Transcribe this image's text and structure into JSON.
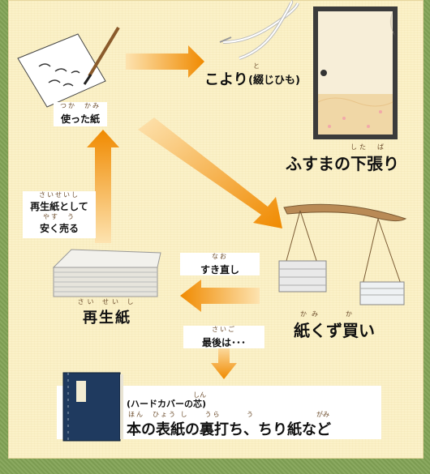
{
  "used_paper": {
    "ruby": "つか　かみ",
    "label": "使った紙"
  },
  "koyori": {
    "ruby": "と",
    "label": "こより",
    "paren": "(綴じひも)"
  },
  "fusuma": {
    "ruby": "した　ば",
    "label": "ふすまの下張り"
  },
  "resell": {
    "ruby": "さいせいし",
    "line1": "再生紙として",
    "ruby2": "やす　う",
    "line2": "安く売る"
  },
  "sukinaoshi": {
    "ruby": "なお",
    "label": "すき直し"
  },
  "recycled": {
    "ruby": "さい せい し",
    "label": "再生紙"
  },
  "kamikuzu": {
    "ruby": "かみ　　か",
    "label": "紙くず買い"
  },
  "finally": {
    "ruby": "さいご",
    "label": "最後は･･･"
  },
  "book": {
    "ruby_top": "しん",
    "paren": "(ハードカバーの芯)",
    "ruby": "ほん　ひょう し　　うら",
    "label": "本の表紙の裏打ち、ちり紙など",
    "ruby_uchi": "う",
    "ruby_kami": "がみ"
  },
  "colors": {
    "arrow": "#f08a00",
    "arrow_light": "#fbd9a0",
    "paper_bg": "#fbf1c8",
    "frame": "#83a456",
    "book_cover": "#1f3a5f"
  }
}
